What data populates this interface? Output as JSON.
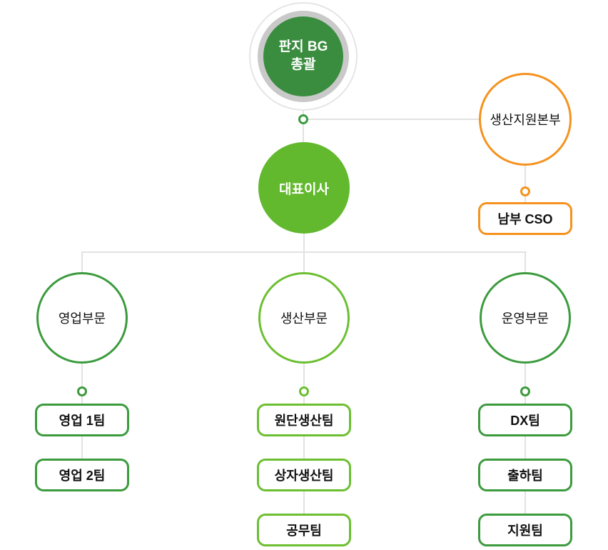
{
  "org_chart": {
    "root": {
      "label_line1": "판지 BG",
      "label_line2": "총괄"
    },
    "executive": {
      "label": "대표이사"
    },
    "support_division": {
      "label": "생산지원본부",
      "child": {
        "label": "남부 CSO"
      }
    },
    "divisions": [
      {
        "label": "영업부문",
        "teams": [
          "영업 1팀",
          "영업 2팀"
        ]
      },
      {
        "label": "생산부문",
        "teams": [
          "원단생산팀",
          "상자생산팀",
          "공무팀"
        ]
      },
      {
        "label": "운영부문",
        "teams": [
          "DX팀",
          "출하팀",
          "지원팀"
        ]
      }
    ],
    "colors": {
      "root_fill": "#3a8d3f",
      "root_ring": "#c9c9c9",
      "executive_fill": "#62b92e",
      "division_green": "#3b9b3d",
      "production_green": "#6cbf31",
      "support_orange": "#f5921e",
      "connector_gray": "#e2e2e2"
    }
  }
}
